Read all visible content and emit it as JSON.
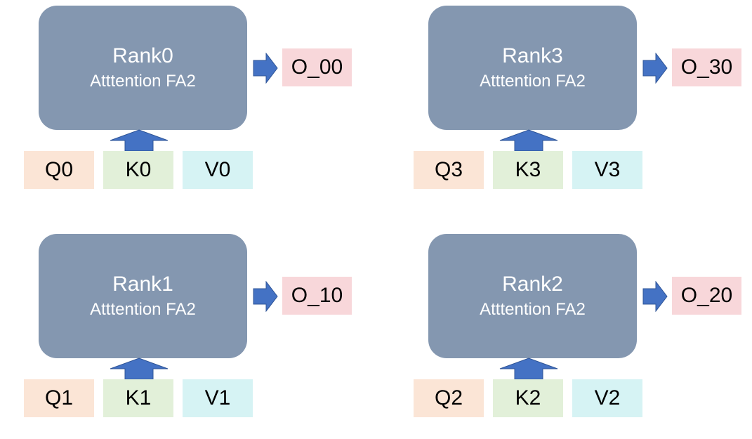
{
  "colors": {
    "rank_fill": "#8497b0",
    "arrow_fill": "#4472c4",
    "output_fill": "#f8d7da",
    "q_fill": "#fbe5d6",
    "k_fill": "#e2f0d9",
    "v_fill": "#d6f3f4"
  },
  "panels": [
    {
      "rank": "Rank0",
      "attention": "Atttention FA2",
      "output": "O_00",
      "q": "Q0",
      "k": "K0",
      "v": "V0"
    },
    {
      "rank": "Rank3",
      "attention": "Atttention FA2",
      "output": "O_30",
      "q": "Q3",
      "k": "K3",
      "v": "V3"
    },
    {
      "rank": "Rank1",
      "attention": "Atttention FA2",
      "output": "O_10",
      "q": "Q1",
      "k": "K1",
      "v": "V1"
    },
    {
      "rank": "Rank2",
      "attention": "Atttention FA2",
      "output": "O_20",
      "q": "Q2",
      "k": "K2",
      "v": "V2"
    }
  ]
}
